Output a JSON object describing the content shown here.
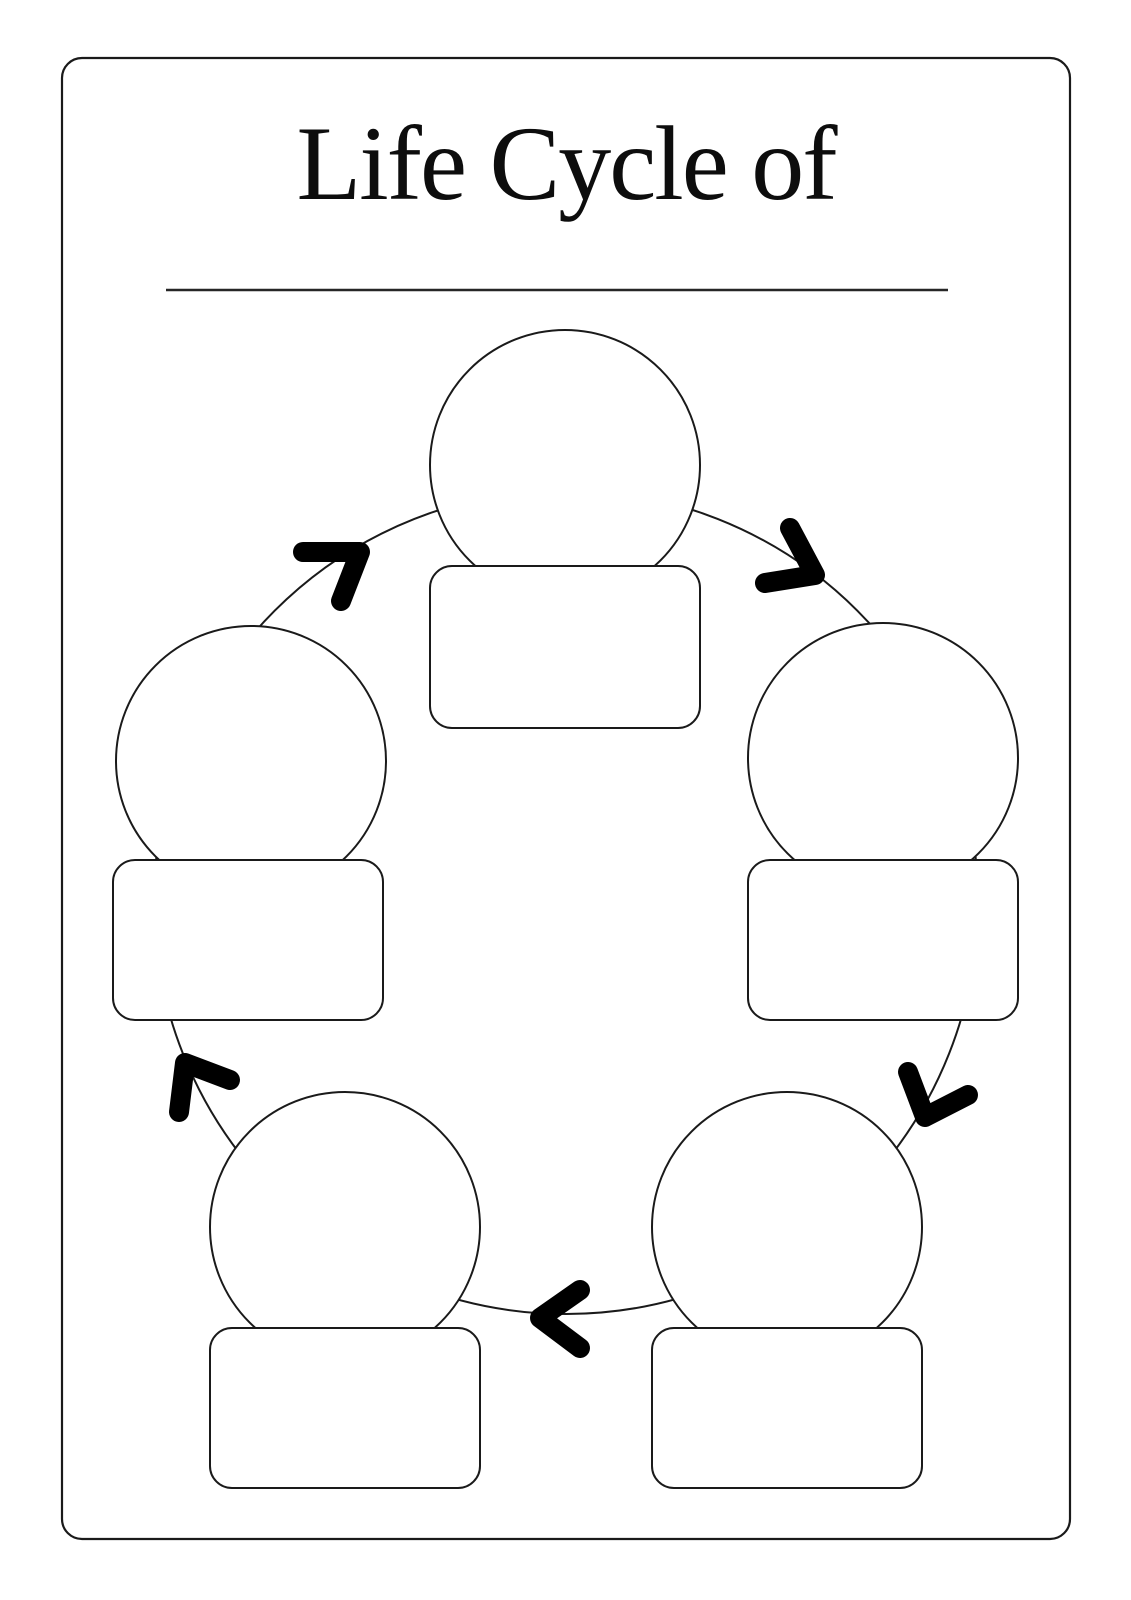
{
  "page": {
    "title": "Life Cycle of",
    "title_blank_value": ""
  },
  "diagram": {
    "type": "cycle",
    "direction": "clockwise",
    "stage_count": 5,
    "stages": [
      {
        "position": "top",
        "label": ""
      },
      {
        "position": "right",
        "label": ""
      },
      {
        "position": "bottom-right",
        "label": ""
      },
      {
        "position": "bottom-left",
        "label": ""
      },
      {
        "position": "left",
        "label": ""
      }
    ],
    "arrow_icon": "chevron-arrow",
    "colors": {
      "ink": "#1a1a1a",
      "arrow": "#000000",
      "fill": "#ffffff",
      "background": "#ffffff"
    }
  }
}
